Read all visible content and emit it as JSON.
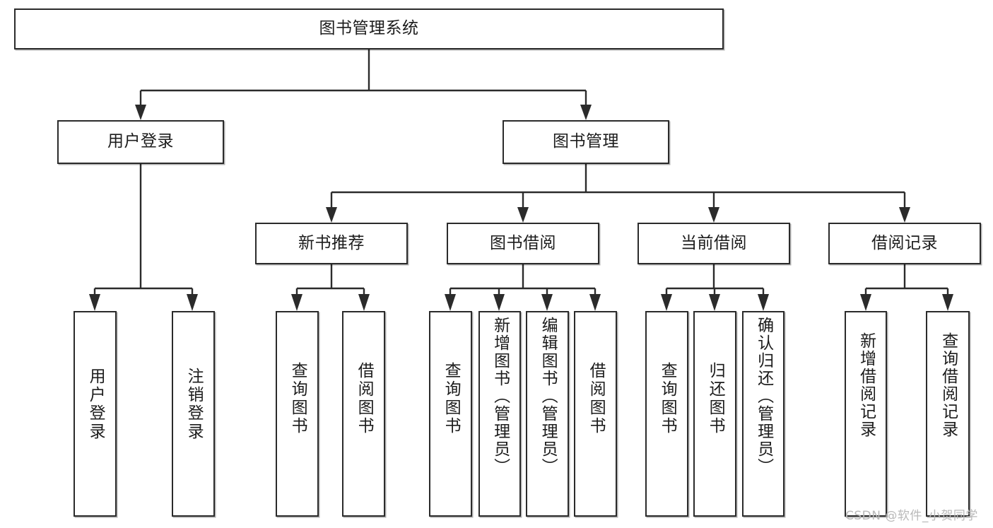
{
  "diagram": {
    "title": "图书管理系统",
    "type": "hierarchy-tree",
    "watermark": "CSDN @软件_小贺同学",
    "colors": {
      "stroke": "#2b2b2b",
      "box_fill": "#ffffff",
      "text": "#1c1c1c",
      "watermark": "#b9b9b9",
      "background": "#ffffff"
    },
    "nodes": {
      "root": {
        "label": "图书管理系统"
      },
      "level2": [
        {
          "label": "用户登录"
        },
        {
          "label": "图书管理"
        }
      ],
      "level3": [
        {
          "label": "新书推荐"
        },
        {
          "label": "图书借阅"
        },
        {
          "label": "当前借阅"
        },
        {
          "label": "借阅记录"
        }
      ],
      "leaves": [
        {
          "label": "用户登录",
          "parent": "用户登录"
        },
        {
          "label": "注销登录",
          "parent": "用户登录"
        },
        {
          "label": "查询图书",
          "parent": "新书推荐"
        },
        {
          "label": "借阅图书",
          "parent": "新书推荐"
        },
        {
          "label": "查询图书",
          "parent": "图书借阅"
        },
        {
          "label": "新增图书（管理员）",
          "parent": "图书借阅"
        },
        {
          "label": "编辑图书（管理员）",
          "parent": "图书借阅"
        },
        {
          "label": "借阅图书",
          "parent": "图书借阅"
        },
        {
          "label": "查询图书",
          "parent": "当前借阅"
        },
        {
          "label": "归还图书",
          "parent": "当前借阅"
        },
        {
          "label": "确认归还（管理员）",
          "parent": "当前借阅"
        },
        {
          "label": "新增借阅记录",
          "parent": "借阅记录"
        },
        {
          "label": "查询借阅记录",
          "parent": "借阅记录"
        }
      ]
    }
  }
}
